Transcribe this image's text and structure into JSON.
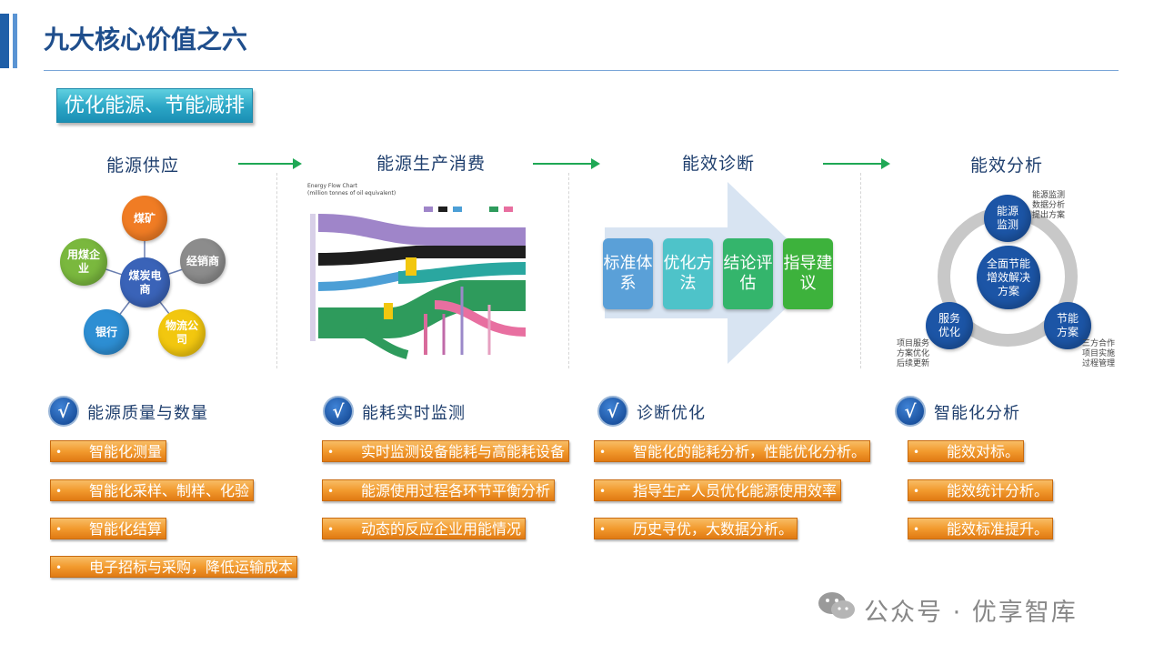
{
  "title": "九大核心价值之六",
  "subtitle": "优化能源、节能减排",
  "stages": [
    {
      "title": "能源供应"
    },
    {
      "title": "能源生产消费"
    },
    {
      "title": "能效诊断"
    },
    {
      "title": "能效分析"
    }
  ],
  "supply_nodes": {
    "center": "煤炭电商",
    "mine": "煤矿",
    "dealer": "经销商",
    "logistics": "物流公司",
    "bank": "银行",
    "coal_user": "用煤企业"
  },
  "flow_chart": {
    "title": "Energy Flow Chart",
    "subtitle": "(million tonnes of oil equivalent)"
  },
  "diagnosis_steps": [
    "标准体系",
    "优化方法",
    "结论评估",
    "指导建议"
  ],
  "analysis_cycle": {
    "center": "全面节能增效解决方案",
    "top": "能源监测",
    "right": "节能方案",
    "left": "服务优化",
    "note_top": [
      "能源监测",
      "数据分析",
      "提出方案"
    ],
    "note_right": [
      "三方合作",
      "项目实施",
      "过程管理"
    ],
    "note_left": [
      "项目服务",
      "方案优化",
      "后续更新"
    ]
  },
  "sections": [
    {
      "icon": "√",
      "title": "能源质量与数量",
      "items": [
        "智能化测量",
        "智能化采样、制样、化验",
        "智能化结算",
        "电子招标与采购，降低运输成本"
      ]
    },
    {
      "icon": "√",
      "title": "能耗实时监测",
      "items": [
        "实时监测设备能耗与高能耗设备",
        "能源使用过程各环节平衡分析",
        "动态的反应企业用能情况"
      ]
    },
    {
      "icon": "√",
      "title": "诊断优化",
      "items": [
        "智能化的能耗分析，性能优化分析。",
        "指导生产人员优化能源使用效率",
        "历史寻优，大数据分析。"
      ]
    },
    {
      "icon": "√",
      "title": "智能化分析",
      "items": [
        "能效对标。",
        "能效统计分析。",
        "能效标准提升。"
      ]
    }
  ],
  "watermark": "公众号 · 优享智库",
  "colors": {
    "accent": "#1f5fa8",
    "bullet": "#f29a2e",
    "arrow": "#1fa855"
  }
}
